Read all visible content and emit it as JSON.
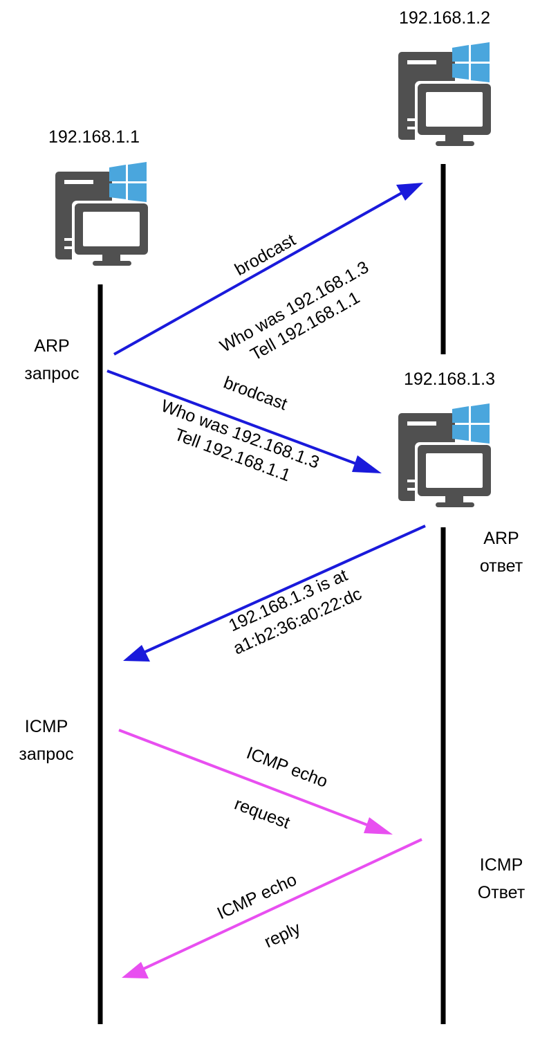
{
  "hosts": {
    "h1": {
      "ip": "192.168.1.1",
      "icon": "windows-pc-icon"
    },
    "h2": {
      "ip": "192.168.1.2",
      "icon": "windows-pc-icon"
    },
    "h3": {
      "ip": "192.168.1.3",
      "icon": "windows-pc-icon"
    }
  },
  "side_labels": {
    "arp_request": [
      "ARP",
      "запрос"
    ],
    "arp_reply": [
      "ARP",
      "ответ"
    ],
    "icmp_request": [
      "ICMP",
      "запрос"
    ],
    "icmp_reply": [
      "ICMP",
      "Ответ"
    ]
  },
  "messages": {
    "arp_to_h2": [
      "brodcast",
      "Who was 192.168.1.3",
      "Tell 192.168.1.1"
    ],
    "arp_to_h3": [
      "brodcast",
      "Who was 192.168.1.3",
      "Tell 192.168.1.1"
    ],
    "arp_answer": [
      "192.168.1.3 is at",
      "a1:b2:36:a0:22:dc"
    ],
    "icmp_request": [
      "ICMP echo",
      "request"
    ],
    "icmp_reply": [
      "ICMP echo",
      "reply"
    ]
  },
  "colors": {
    "arp_arrow": "#1a1adb",
    "icmp_arrow": "#e84ff0",
    "lifeline": "#000000",
    "pc_body": "#505050",
    "windows_logo": "#4aa6dd"
  }
}
